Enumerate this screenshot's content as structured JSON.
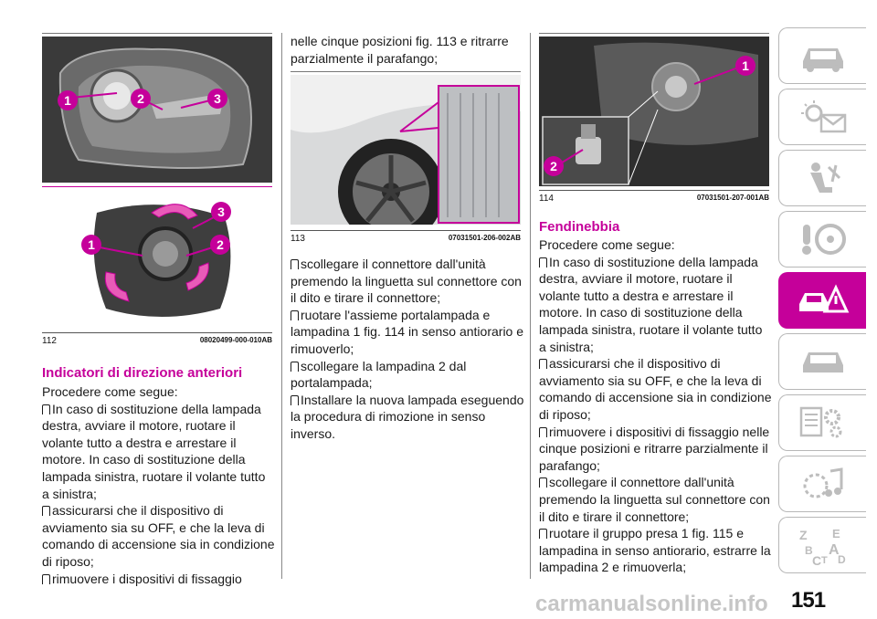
{
  "figures": [
    {
      "number": "112",
      "code": "08020499-000-010AB",
      "callouts": [
        "1",
        "2",
        "3",
        "1",
        "2",
        "3"
      ]
    },
    {
      "number": "113",
      "code": "07031501-206-002AB"
    },
    {
      "number": "114",
      "code": "07031501-207-001AB",
      "callouts": [
        "1",
        "2"
      ]
    }
  ],
  "section1": {
    "heading": "Indicatori di direzione anteriori",
    "intro": "Procedere come segue:",
    "items": [
      "In caso di sostituzione della lampada destra, avviare il motore, ruotare il volante tutto a destra e arrestare il motore. In caso di sostituzione della lampada sinistra, ruotare il volante tutto a sinistra;",
      "assicurarsi che il dispositivo di avviamento sia su OFF, e che la leva di comando di accensione sia in condizione di riposo;",
      "rimuovere i dispositivi di fissaggio"
    ]
  },
  "column2": {
    "continuation": "nelle cinque posizioni fig. 113 e ritrarre parzialmente il parafango;",
    "items": [
      "scollegare il connettore dall'unità premendo la linguetta sul connettore con il dito e tirare il connettore;",
      "ruotare l'assieme portalampada e lampadina 1 fig. 114 in senso antiorario e rimuoverlo;",
      "scollegare la lampadina 2 dal portalampada;",
      "Installare la nuova lampada eseguendo la procedura di rimozione in senso inverso."
    ]
  },
  "section2": {
    "heading": "Fendinebbia",
    "intro": "Procedere come segue:",
    "items": [
      "In caso di sostituzione della lampada destra, avviare il motore, ruotare il volante tutto a destra e arrestare il motore. In caso di sostituzione della lampada sinistra, ruotare il volante tutto a sinistra;",
      "assicurarsi che il dispositivo di avviamento sia su OFF, e che la leva di comando di accensione sia in condizione di riposo;",
      "rimuovere i dispositivi di fissaggio nelle cinque posizioni e ritrarre parzialmente il parafango;",
      "scollegare il connettore dall'unità premendo la linguetta sul connettore con il dito e tirare il connettore;",
      "ruotare il gruppo presa 1 fig. 115 e lampadina in senso antiorario, estrarre la lampadina 2 e rimuoverla;"
    ]
  },
  "sidebar": {
    "tabs": [
      {
        "icon": "car-dashboard-icon",
        "active": false
      },
      {
        "icon": "warning-light-mail-icon",
        "active": false
      },
      {
        "icon": "seat-airbag-icon",
        "active": false
      },
      {
        "icon": "key-steering-wheel-icon",
        "active": false
      },
      {
        "icon": "breakdown-emergency-icon",
        "active": true
      },
      {
        "icon": "car-maintenance-icon",
        "active": false
      },
      {
        "icon": "specs-gears-icon",
        "active": false
      },
      {
        "icon": "multimedia-icon",
        "active": false
      },
      {
        "icon": "index-letters-icon",
        "active": false
      }
    ],
    "index_letters": [
      "Z",
      "E",
      "B",
      "A",
      "C",
      "T",
      "D"
    ]
  },
  "page_number": "151",
  "watermark": "carmanualsonline.info",
  "colors": {
    "accent": "#c5009a",
    "text": "#1a1a1a",
    "tab_border": "#b7b7b7"
  }
}
